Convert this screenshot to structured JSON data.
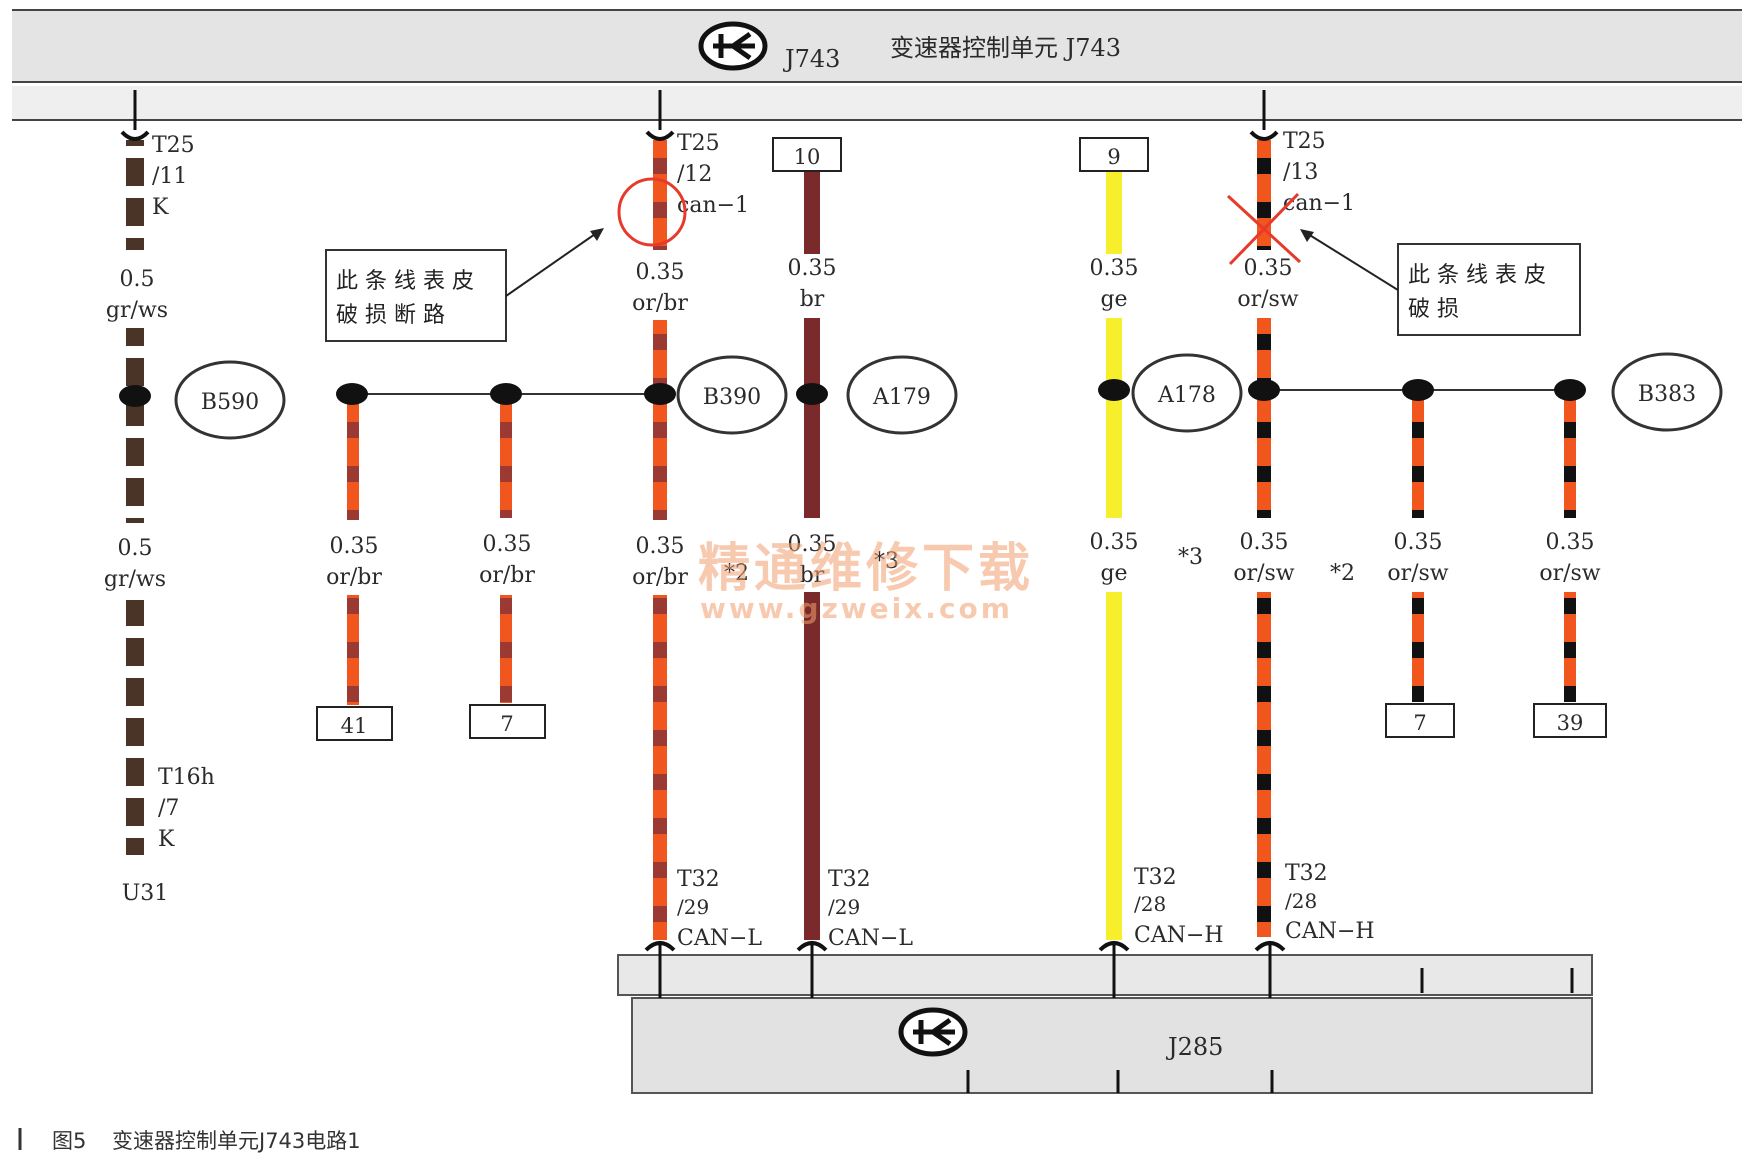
{
  "top_module": {
    "code": "J743",
    "title": "变速器控制单元 J743"
  },
  "bottom_module": {
    "code": "J285"
  },
  "caption": {
    "label": "图5",
    "text": "变速器控制单元J743电路1"
  },
  "watermark": {
    "line1": "精通维修下载",
    "line2": "www.gzweix.com"
  },
  "wire_colors": {
    "orange": "#f0561e",
    "brown": "#7a2a2a",
    "dark_brown": "#4a3428",
    "black": "#111111",
    "white": "#ffffff",
    "yellow": "#f7ee2c",
    "annotation_red": "#e83a2a"
  },
  "connectors_top": [
    {
      "pin": "T25",
      "num": "/11",
      "sig": "K"
    },
    {
      "pin": "T25",
      "num": "/12",
      "sig": "can−1"
    },
    {
      "pin": "T25",
      "num": "/13",
      "sig": "can−1"
    }
  ],
  "connectors_bottom": [
    {
      "pin": "T32",
      "num": "/29",
      "sig": "CAN−L"
    },
    {
      "pin": "T32",
      "num": "/29",
      "sig": "CAN−L"
    },
    {
      "pin": "T32",
      "num": "/28",
      "sig": "CAN−H"
    },
    {
      "pin": "T32",
      "num": "/28",
      "sig": "CAN−H"
    }
  ],
  "u31_connector": {
    "pin": "T16h",
    "num": "/7",
    "sig": "K",
    "component": "U31"
  },
  "wire_labels": [
    {
      "size": "0.5",
      "color": "gr/ws"
    },
    {
      "size": "0.5",
      "color": "gr/ws"
    },
    {
      "size": "0.35",
      "color": "or/br"
    },
    {
      "size": "0.35",
      "color": "br"
    },
    {
      "size": "0.35",
      "color": "ge"
    },
    {
      "size": "0.35",
      "color": "or/sw"
    },
    {
      "size": "0.35",
      "color": "or/br"
    },
    {
      "size": "0.35",
      "color": "or/br"
    },
    {
      "size": "0.35",
      "color": "or/br"
    },
    {
      "size": "0.35",
      "color": "br"
    },
    {
      "size": "0.35",
      "color": "ge"
    },
    {
      "size": "0.35",
      "color": "or/sw"
    },
    {
      "size": "0.35",
      "color": "or/sw"
    },
    {
      "size": "0.35",
      "color": "or/sw"
    }
  ],
  "splices": [
    "B590",
    "B390",
    "A179",
    "A178",
    "B383"
  ],
  "ref_boxes": [
    "10",
    "9",
    "41",
    "7",
    "7",
    "39"
  ],
  "notes": [
    "*2",
    "*3",
    "*3",
    "*2"
  ],
  "callouts": [
    {
      "line1": "此 条 线 表 皮",
      "line2": "破 损 断 路"
    },
    {
      "line1": "此 条 线 表 皮",
      "line2": "破 损"
    }
  ]
}
